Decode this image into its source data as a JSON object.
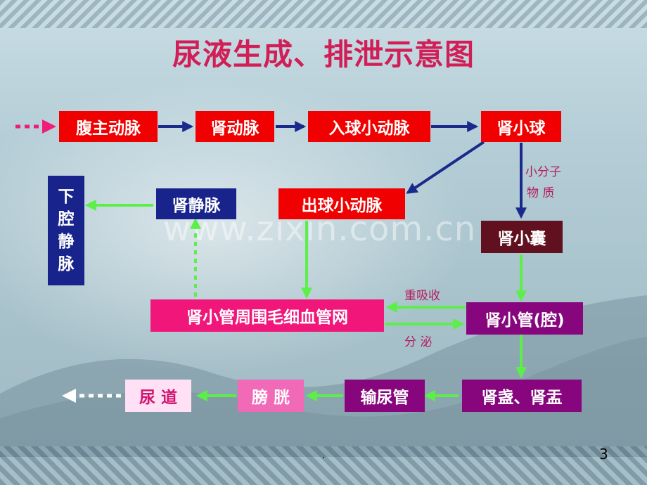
{
  "title": "尿液生成、排泄示意图",
  "nodes": {
    "abdominal_aorta": "腹主动脉",
    "renal_artery": "肾动脉",
    "afferent_arteriole": "入球小动脉",
    "glomerulus": "肾小球",
    "efferent_arteriole": "出球小动脉",
    "renal_capsule": "肾小囊",
    "renal_vein": "肾静脉",
    "inferior_vena_cava": [
      "下",
      "腔",
      "静",
      "脉"
    ],
    "peritubular_capillary": "肾小管周围毛细血管网",
    "renal_tubule": "肾小管(腔)",
    "calyx_pelvis": "肾盏、肾盂",
    "ureter": "输尿管",
    "bladder": "膀 胱",
    "urethra": "尿 道"
  },
  "edge_labels": {
    "small_molecules_1": "小分子",
    "small_molecules_2": "物  质",
    "reabsorption": "重吸收",
    "secretion": "分  泌"
  },
  "watermark": "www.zixin.com.cn",
  "page_number": "3",
  "footer_dot": ".",
  "colors": {
    "title": "#d11e57",
    "artery_box": "#f00000",
    "vein_box": "#18248c",
    "capsule_box": "#611020",
    "tubule_box": "#87067e",
    "arrow_navy": "#1a2a8c",
    "arrow_green": "#5cef4a",
    "arrow_pink": "#f01c7a",
    "label": "#b41c5a"
  }
}
